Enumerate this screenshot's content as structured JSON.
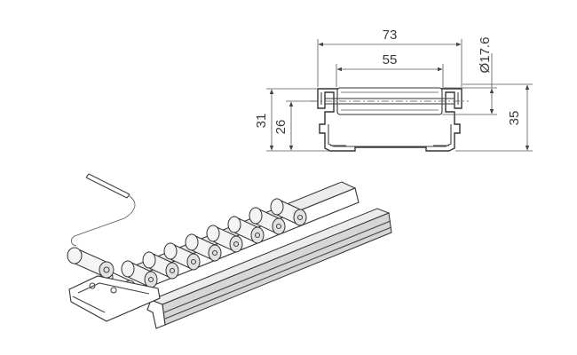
{
  "dimensions": {
    "width_outer": "73",
    "width_inner": "55",
    "roller_diameter": "Ø17.6",
    "height_left_outer": "31",
    "height_left_inner": "26",
    "height_right": "35"
  },
  "drawing": {
    "roller_count_assembly": 9
  }
}
